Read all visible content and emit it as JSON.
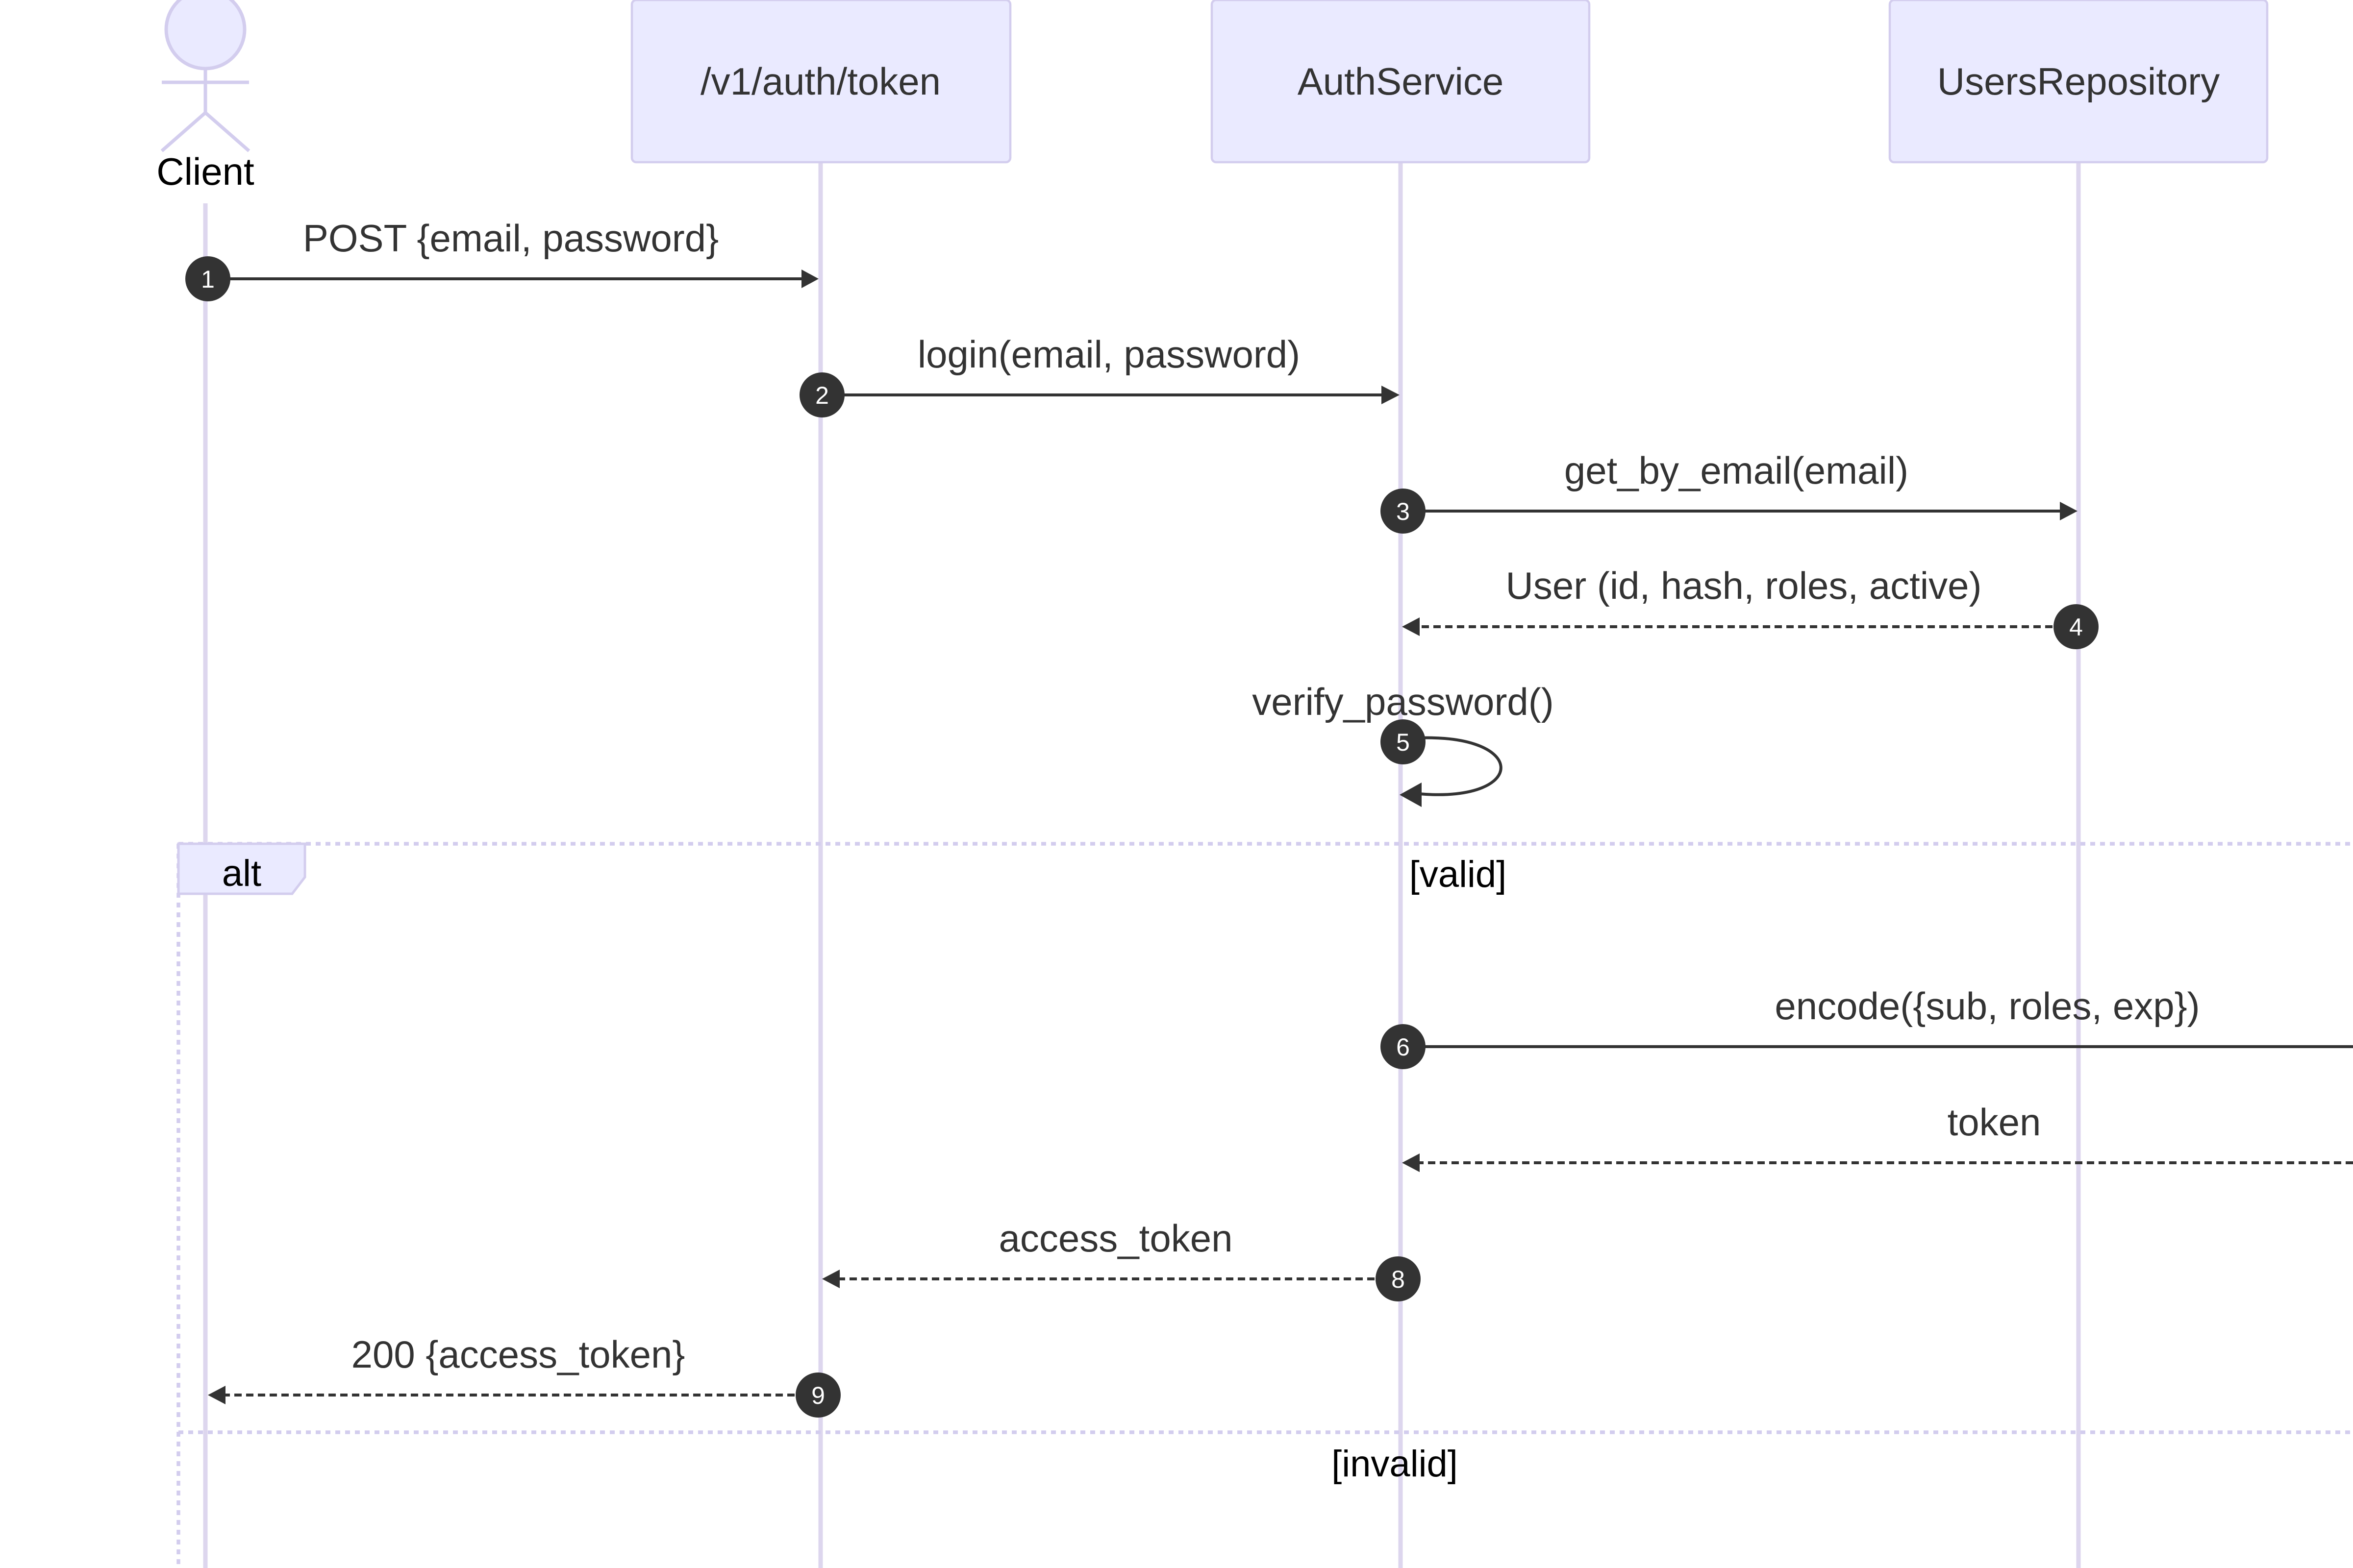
{
  "participants": [
    {
      "id": "client",
      "label": "Client",
      "kind": "actor"
    },
    {
      "id": "endpoint",
      "label": "/v1/auth/token",
      "kind": "box"
    },
    {
      "id": "auth",
      "label": "AuthService",
      "kind": "box"
    },
    {
      "id": "users",
      "label": "UsersRepository",
      "kind": "box"
    }
  ],
  "messages": [
    {
      "n": "1",
      "label": "POST {email, password}",
      "style": "solid"
    },
    {
      "n": "2",
      "label": "login(email, password)",
      "style": "solid"
    },
    {
      "n": "3",
      "label": "get_by_email(email)",
      "style": "solid"
    },
    {
      "n": "4",
      "label": "User (id, hash, roles, active)",
      "style": "dashed"
    },
    {
      "n": "5",
      "label": "verify_password()",
      "style": "self"
    },
    {
      "n": "6",
      "label": "encode({sub, roles, exp})",
      "style": "solid"
    },
    {
      "n": "",
      "label": "token",
      "style": "dashed"
    },
    {
      "n": "8",
      "label": "access_token",
      "style": "dashed"
    },
    {
      "n": "9",
      "label": "200 {access_token}",
      "style": "dashed"
    }
  ],
  "alt_frame": {
    "keyword": "alt",
    "conditions": [
      "[valid]",
      "[invalid]"
    ]
  },
  "colors": {
    "participant_fill": "#eaeaff",
    "participant_stroke": "#d3cdee",
    "lifeline": "#ddd6ee",
    "message": "#333333"
  }
}
